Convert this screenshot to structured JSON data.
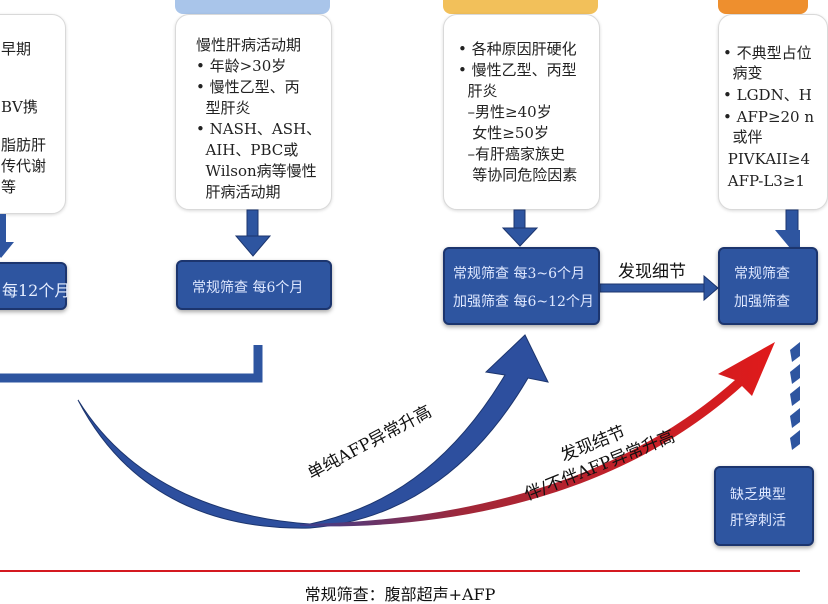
{
  "card1": {
    "lines": [
      "早期",
      "BV携",
      "",
      "脂肪肝",
      "传代谢",
      "等"
    ]
  },
  "card2": {
    "lines": [
      "慢性肝病活动期",
      "• 年龄>30岁",
      "• 慢性乙型、丙",
      "  型肝炎",
      "• NASH、ASH、",
      "  AIH、PBC或",
      "  Wilson病等慢性",
      "  肝病活动期"
    ]
  },
  "card3": {
    "lines": [
      "• 各种原因肝硬化",
      "• 慢性乙型、丙型",
      "  肝炎",
      "  –男性≥40岁",
      "   女性≥50岁",
      "  –有肝癌家族史",
      "   等协同危险因素"
    ]
  },
  "card4": {
    "lines": [
      "• 不典型占位",
      "  病变",
      "• LGDN、H",
      "• AFP≥20 n",
      "  或伴",
      " PIVKAII≥4",
      " AFP-L3≥1"
    ]
  },
  "box1": {
    "line1": "每12个月"
  },
  "box2": {
    "line1": "常规筛查  每6个月"
  },
  "box3": {
    "line1": "常规筛查  每3~6个月",
    "line2": "加强筛查  每6~12个月"
  },
  "box4": {
    "line1": "常规筛查",
    "line2": "加强筛查"
  },
  "box5": {
    "line1": "缺乏典型",
    "line2": "肝穿刺活"
  },
  "labels": {
    "find_detail": "发现细节",
    "afp_only": "单纯AFP异常升高",
    "nodule_1": "发现结节",
    "nodule_2": "伴/不伴AFP异常升高"
  },
  "footer": "常规筛查：腹部超声+AFP",
  "colors": {
    "blue": "#2e55a0",
    "red": "#d41920",
    "tab_yellow": "#f2c05a",
    "tab_orange": "#ee8f2e",
    "tab_blue": "#a9c5ea"
  }
}
